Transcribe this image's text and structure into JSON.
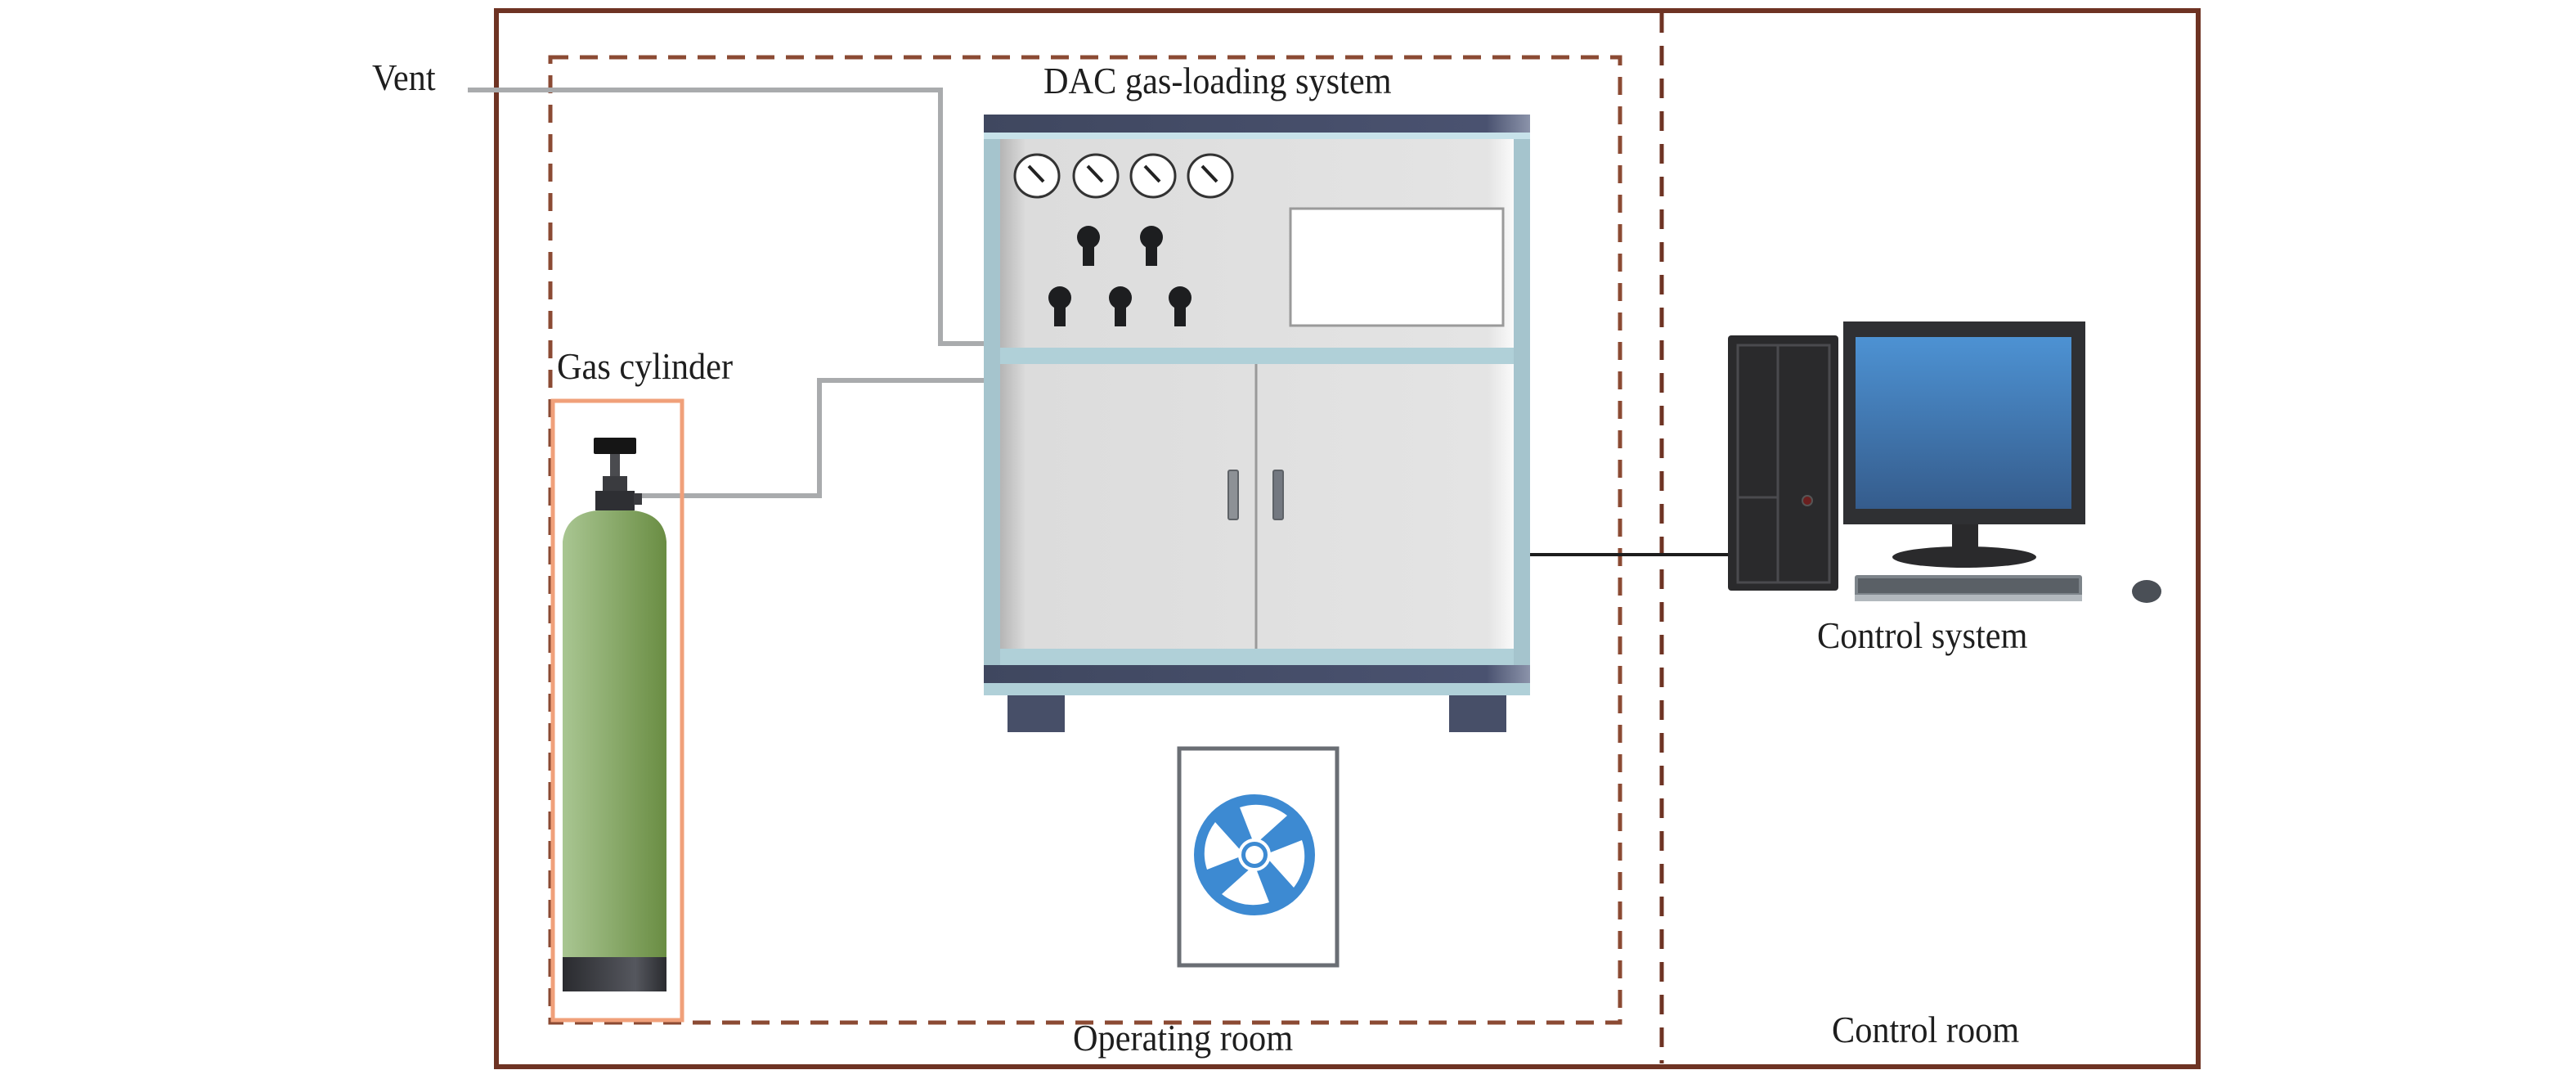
{
  "diagram": {
    "title": "DAC gas-loading system",
    "labels": {
      "vent": "Vent",
      "gas_cylinder": "Gas cylinder",
      "dac_system": "DAC gas-loading system",
      "control_system": "Control system",
      "operating_room": "Operating room",
      "control_room": "Control room"
    },
    "components": {
      "pressure_gauges": 4,
      "valves_top_row": 2,
      "valves_bottom_row": 3,
      "cabinet_doors": 2
    },
    "connections": [
      {
        "from": "DAC gas-loading system",
        "to": "Vent",
        "type": "gas-line"
      },
      {
        "from": "Gas cylinder",
        "to": "DAC gas-loading system",
        "type": "gas-line"
      },
      {
        "from": "DAC gas-loading system",
        "to": "Control system",
        "type": "cable"
      }
    ],
    "colors": {
      "wall": "#6e3323",
      "operating_room_boundary": "#8b4a33",
      "cylinder_enclosure": "#f0a07a",
      "gas_line": "#a9abad",
      "cabinet_trim": "#afd1da",
      "cabinet_band": "#474f68",
      "cylinder_body": "#7f9f5c",
      "fan": "#3d8ad2",
      "monitor_screen": "#4a8bcc"
    }
  }
}
